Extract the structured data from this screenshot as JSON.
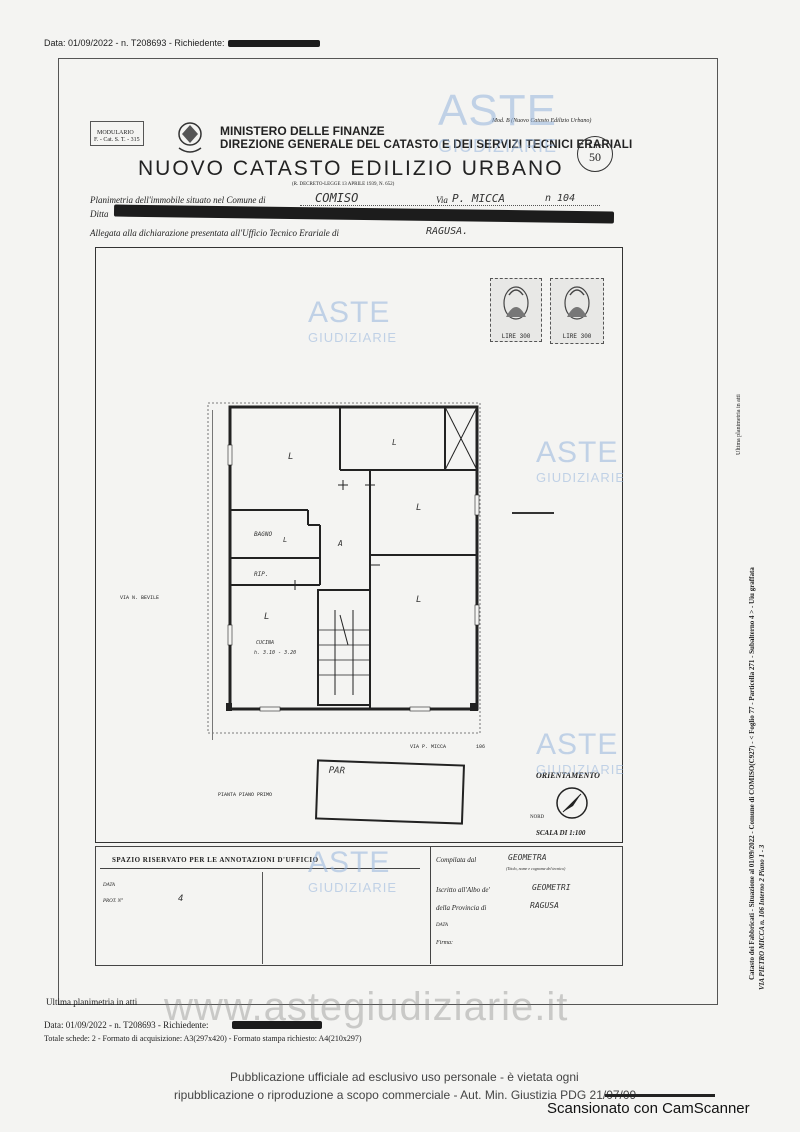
{
  "header": {
    "meta_line": "Data: 01/09/2022 - n. T208693 - Richiedente:"
  },
  "form": {
    "modulario": "MODULARIO\nF. - Cat. S. T. - 315",
    "ministry": "MINISTERO DELLE FINANZE",
    "direction": "DIREZIONE GENERALE DEL CATASTO E DEI SERVIZI TECNICI ERARIALI",
    "title": "NUOVO CATASTO EDILIZIO URBANO",
    "decree": "(R. DECRETO-LEGGE 13 APRILE 1939, N. 652)",
    "mod_label": "Mod. B (Nuovo Catasto Edilizio Urbano)",
    "lire_label": "Lire",
    "lire_value": "50",
    "planimetria_label": "Planimetria dell'immobile situato nel Comune di",
    "comune_value": "COMISO",
    "via_label": "Via",
    "via_value": "P. MICCA",
    "civic_value": "n 104",
    "ditta_label": "Ditta",
    "allegata_label": "Allegata alla dichiarazione presentata all'Ufficio Tecnico Erariale di",
    "ufficio_value": "RAGUSA.",
    "stamp_value": "LIRE 300"
  },
  "plan": {
    "rooms": [
      "L",
      "L",
      "L",
      "BAGNO",
      "A",
      "L",
      "RIP.",
      "L",
      "CUCINA",
      "h. 3.10 - 3.20",
      "L"
    ],
    "street_left": "VIA N. BEVILE",
    "street_bottom": "VIA P. MICCA",
    "street_bottom_num": "106",
    "pianta": "PIANTA PIANO PRIMO",
    "box_label": "PAR",
    "orientamento": "ORIENTAMENTO",
    "nord": "NORD",
    "scala": "SCALA DI 1:100"
  },
  "annotations": {
    "spazio_title": "SPAZIO RISERVATO PER LE ANNOTAZIONI D'UFFICIO",
    "data_label": "DATA",
    "prot_label": "PROT. N°",
    "prot_value": "4",
    "compilata_label": "Compilata dal",
    "compilata_value": "GEOMETRA",
    "compilata_sub": "(Titolo, nome e cognome del tecnico)",
    "iscritto_label": "Iscritto all'Albo de'",
    "iscritto_value": "GEOMETRI",
    "provincia_label": "della Provincia di",
    "provincia_value": "RAGUSA",
    "data2_label": "DATA",
    "firma_label": "Firma:"
  },
  "side_text": {
    "line1": "Catasto dei Fabbricati - Situazione al 01/09/2022 - Comune di COMISO(C927) - < Foglio 77 - Particella 271 - Subalterno 4 >",
    "line2": "VIA PIETRO MICCA n. 106 Interno 2 Piano 1 - 3",
    "line3": "- Uiu graffata",
    "line4": "Ultima planimetria in atti"
  },
  "footer": {
    "ultima": "Ultima planimetria in atti",
    "data_line": "Data: 01/09/2022 - n. T208693 - Richiedente:",
    "schede_line": "Totale schede: 2 - Formato di acquisizione: A3(297x420) - Formato stampa richiesto: A4(210x297)",
    "website": "www.astegiudiziarie.it",
    "disclaimer1": "Pubblicazione ufficiale ad esclusivo uso personale - è vietata ogni",
    "disclaimer2": "ripubblicazione o riproduzione a scopo commerciale - Aut. Min. Giustizia PDG 21/07/09",
    "camscanner": "Scansionato con CamScanner"
  },
  "watermarks": {
    "aste": "ASTE",
    "giudiziarie": "GIUDIZIARIE"
  }
}
